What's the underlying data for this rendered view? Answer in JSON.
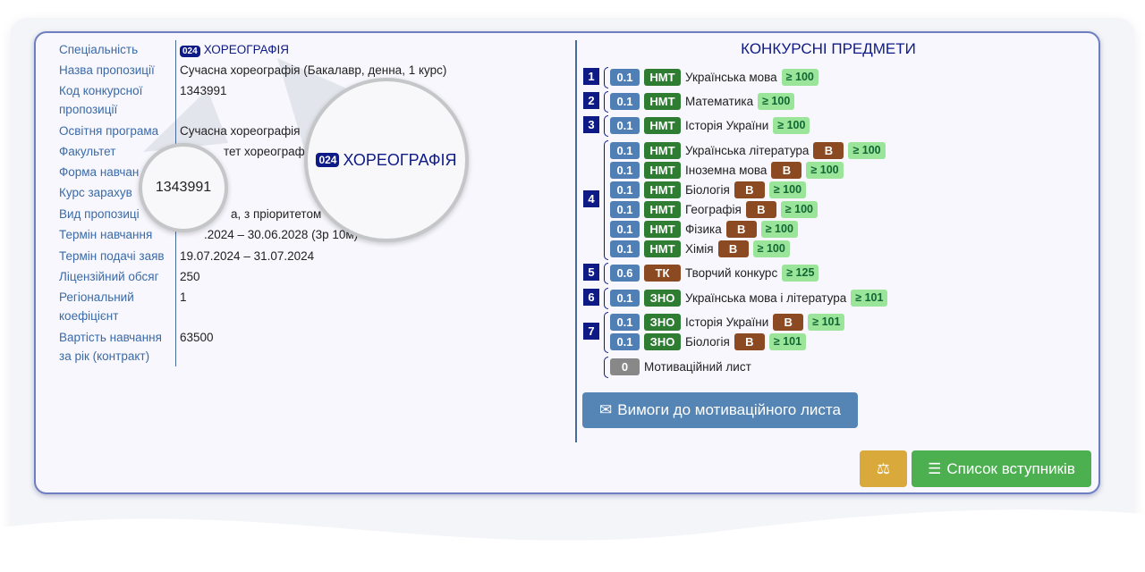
{
  "info": {
    "rows": [
      {
        "label": "Спеціальність",
        "code": "024",
        "value": "ХОРЕОГРАФІЯ"
      },
      {
        "label": "Назва пропозиції",
        "value": "Сучасна хореографія (Бакалавр, денна, 1 курс)"
      },
      {
        "label": "Код конкурсної пропозиції",
        "value": "1343991"
      },
      {
        "label": "Освітня програма",
        "value": "Сучасна хореографія"
      },
      {
        "label": "Факультет",
        "value": "тет хореограф"
      },
      {
        "label": "Форма навчан",
        "value": ""
      },
      {
        "label": "Курс зарахув",
        "value": ""
      },
      {
        "label": "Вид пропозиці",
        "value": "а, з пріоритетом"
      },
      {
        "label": "Термін навчання",
        "value": ".2024 – 30.06.2028 (3р 10м)"
      },
      {
        "label": "Термін подачі заяв",
        "value": "19.07.2024 – 31.07.2024"
      },
      {
        "label": "Ліцензійний обсяг",
        "value": "250"
      },
      {
        "label": "Регіональний коефіцієнт",
        "value": "1"
      },
      {
        "label": "Вартість навчання за рік (контракт)",
        "value": "63500"
      }
    ]
  },
  "magnifier": {
    "small": "1343991",
    "large_code": "024",
    "large_text": "ХОРЕОГРАФІЯ"
  },
  "subjects": {
    "title": "КОНКУРСНІ ПРЕДМЕТИ",
    "groups": [
      "1",
      "2",
      "3",
      "4",
      "5",
      "6",
      "7"
    ],
    "rows": [
      {
        "w": "0.1",
        "type": "НМТ",
        "name": "Українська мова",
        "min": "≥ 100"
      },
      {
        "w": "0.1",
        "type": "НМТ",
        "name": "Математика",
        "min": "≥ 100"
      },
      {
        "w": "0.1",
        "type": "НМТ",
        "name": "Історія України",
        "min": "≥ 100"
      },
      {
        "w": "0.1",
        "type": "НМТ",
        "name": "Українська література",
        "v": "В",
        "min": "≥ 100"
      },
      {
        "w": "0.1",
        "type": "НМТ",
        "name": "Іноземна мова",
        "v": "В",
        "min": "≥ 100"
      },
      {
        "w": "0.1",
        "type": "НМТ",
        "name": "Біологія",
        "v": "В",
        "min": "≥ 100"
      },
      {
        "w": "0.1",
        "type": "НМТ",
        "name": "Географія",
        "v": "В",
        "min": "≥ 100"
      },
      {
        "w": "0.1",
        "type": "НМТ",
        "name": "Фізика",
        "v": "В",
        "min": "≥ 100"
      },
      {
        "w": "0.1",
        "type": "НМТ",
        "name": "Хімія",
        "v": "В",
        "min": "≥ 100"
      },
      {
        "w": "0.6",
        "type": "ТК",
        "name": "Творчий конкурс",
        "min": "≥ 125"
      },
      {
        "w": "0.1",
        "type": "ЗНО",
        "name": "Українська мова і література",
        "min": "≥ 101"
      },
      {
        "w": "0.1",
        "type": "ЗНО",
        "name": "Історія України",
        "v": "В",
        "min": "≥ 101"
      },
      {
        "w": "0.1",
        "type": "ЗНО",
        "name": "Біологія",
        "v": "В",
        "min": "≥ 101"
      },
      {
        "w": "0",
        "name": "Мотиваційний лист"
      }
    ],
    "letter_button": "Вимоги до мотиваційного листа"
  },
  "actions": {
    "applicants_button": "Список вступників"
  },
  "colors": {
    "accent": "#0e1a86",
    "green": "#2e7d32",
    "brown": "#8b4a22",
    "blue": "#4f7fb5",
    "yellow": "#d9a93c"
  }
}
